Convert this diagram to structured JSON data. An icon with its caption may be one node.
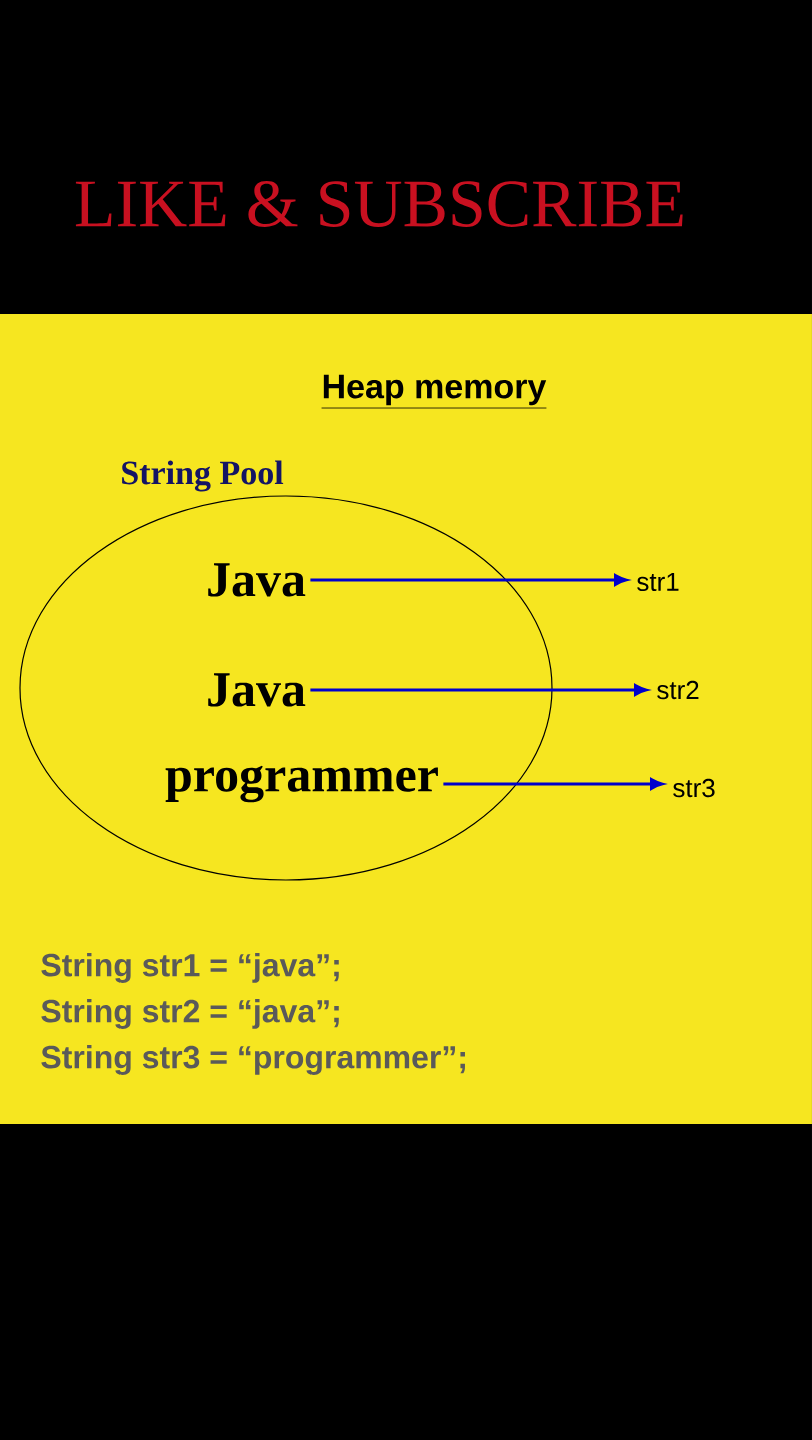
{
  "diagram": {
    "title": "Heap memory",
    "nodes": [
      {
        "text": [
          "String Pool"
        ]
      },
      {
        "text": [
          "Java"
        ],
        "in": 0
      },
      {
        "text": [
          "Java"
        ],
        "in": 0
      },
      {
        "text": [
          "programmer"
        ],
        "in": 0
      },
      {
        "text": [
          "str1"
        ]
      },
      {
        "text": [
          "str2"
        ]
      },
      {
        "text": [
          "str3"
        ]
      }
    ],
    "edges": [
      {
        "from": 1,
        "to": 4,
        "arrow": "to"
      },
      {
        "from": 2,
        "to": 5,
        "arrow": "to"
      },
      {
        "from": 3,
        "to": 6,
        "arrow": "to"
      }
    ],
    "labels": [
      "LIKE & SUBSCRIBE",
      "String str1 = “java”;",
      "String str2 = “java”;",
      "String str3 = “programmer”;"
    ]
  }
}
